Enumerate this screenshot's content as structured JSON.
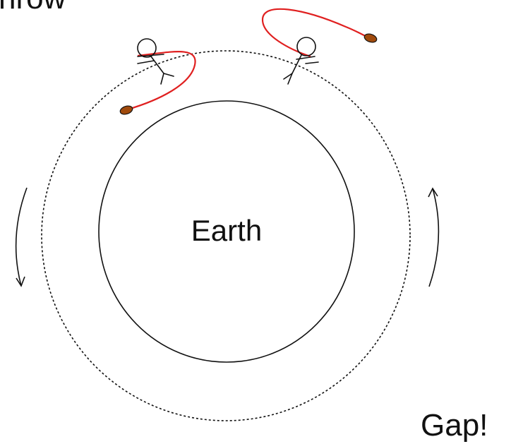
{
  "labels": {
    "top_left": "hrow",
    "center": "Earth",
    "bottom_right": "Gap!"
  },
  "colors": {
    "throw_path": "#e02020",
    "ball_fill": "#a04a0c",
    "ink": "#111111"
  },
  "icons": {
    "person": "stick-figure",
    "ball": "ball",
    "rotation": "curved-arrow"
  }
}
